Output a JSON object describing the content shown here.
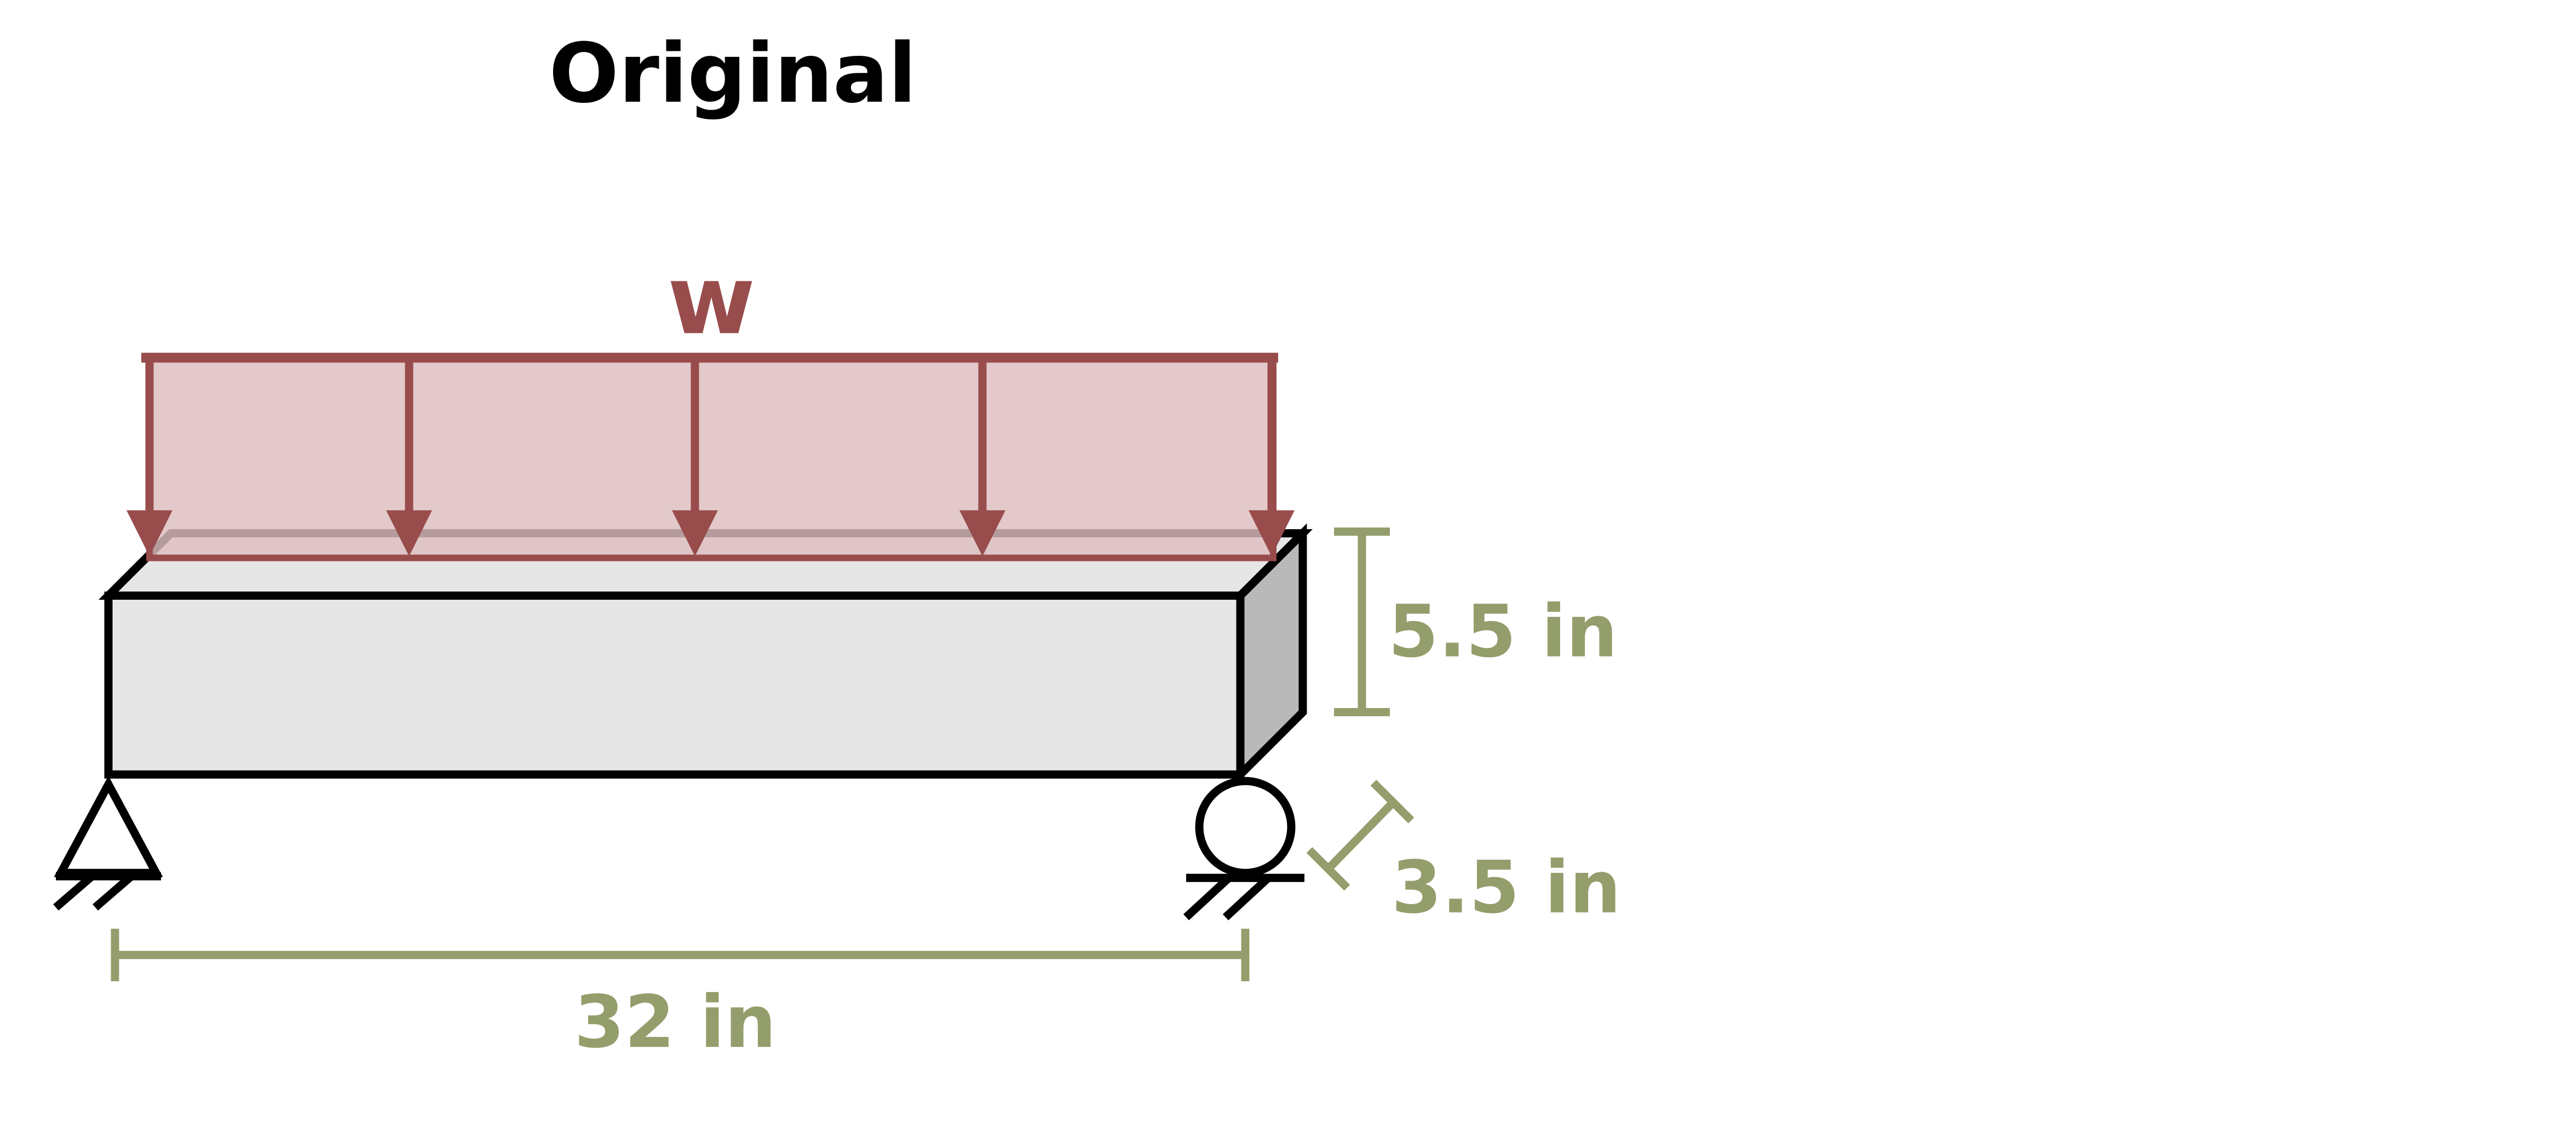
{
  "title": "Original",
  "load": {
    "label": "w"
  },
  "dimensions": {
    "height": "5.5 in",
    "depth": "3.5 in",
    "span": "32 in"
  },
  "colors": {
    "load_stroke": "#994C4C",
    "load_fill": "#DDBDBE",
    "dimension": "#949E6C",
    "beam_front": "#E6E6E6",
    "beam_side": "#B9B9B9",
    "outline": "#000000"
  }
}
